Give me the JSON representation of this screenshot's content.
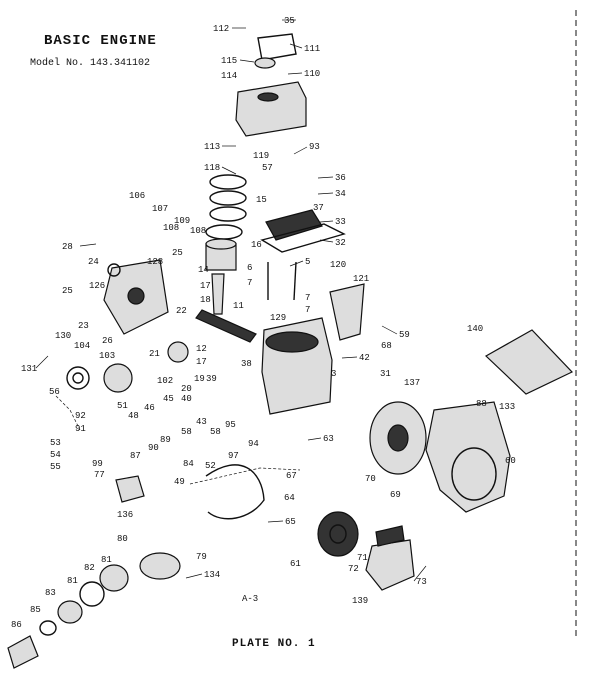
{
  "header": {
    "title": "BASIC ENGINE",
    "model": "Model No. 143.341102"
  },
  "footer": {
    "sheet": "A-3",
    "plate": "PLATE NO. 1"
  },
  "callouts": {
    "c112": "112",
    "c35": "35",
    "c111": "111",
    "c115": "115",
    "c114": "114",
    "c110": "110",
    "c113": "113",
    "c93": "93",
    "c118": "118",
    "c119": "119",
    "c57": "57",
    "c36": "36",
    "c34": "34",
    "c37": "37",
    "c33": "33",
    "c32": "32",
    "c106": "106",
    "c107": "107",
    "c109": "109",
    "c108a": "108",
    "c108b": "108",
    "c15": "15",
    "c28": "28",
    "c24": "24",
    "c128": "128",
    "c25a": "25",
    "c14": "14",
    "c16": "16",
    "c5": "5",
    "c120": "120",
    "c121": "121",
    "c6": "6",
    "c7a": "7",
    "c17": "17",
    "c25b": "25",
    "c126": "126",
    "c18": "18",
    "c11": "11",
    "c7b": "7",
    "c7c": "7",
    "c129": "129",
    "c59": "59",
    "c22": "22",
    "c23": "23",
    "c26": "26",
    "c130": "130",
    "c104": "104",
    "c131": "131",
    "c103": "103",
    "c21": "21",
    "c12": "12",
    "c17b": "17",
    "c38": "38",
    "c68": "68",
    "c140": "140",
    "c42": "42",
    "c102": "102",
    "c19": "19",
    "c20": "20",
    "c39": "39",
    "c40": "40",
    "c3": "3",
    "c31": "31",
    "c137": "137",
    "c56": "56",
    "c51": "51",
    "c46": "46",
    "c45": "45",
    "c48": "48",
    "c92": "92",
    "c91": "91",
    "c43": "43",
    "c58a": "58",
    "c58b": "58",
    "c95": "95",
    "c94": "94",
    "c133": "133",
    "c88": "88",
    "c53": "53",
    "c54": "54",
    "c55": "55",
    "c90": "90",
    "c89": "89",
    "c87": "87",
    "c63": "63",
    "c60": "60",
    "c67": "67",
    "c97": "97",
    "c84": "84",
    "c52": "52",
    "c99": "99",
    "c77": "77",
    "c49": "49",
    "c70": "70",
    "c69": "69",
    "c64": "64",
    "c136": "136",
    "c65": "65",
    "c80": "80",
    "c81a": "81",
    "c79": "79",
    "c61": "61",
    "c71": "71",
    "c72": "72",
    "c73": "73",
    "c134": "134",
    "c83": "83",
    "c82": "82",
    "c81b": "81",
    "c85": "85",
    "c86": "86",
    "c139": "139"
  }
}
